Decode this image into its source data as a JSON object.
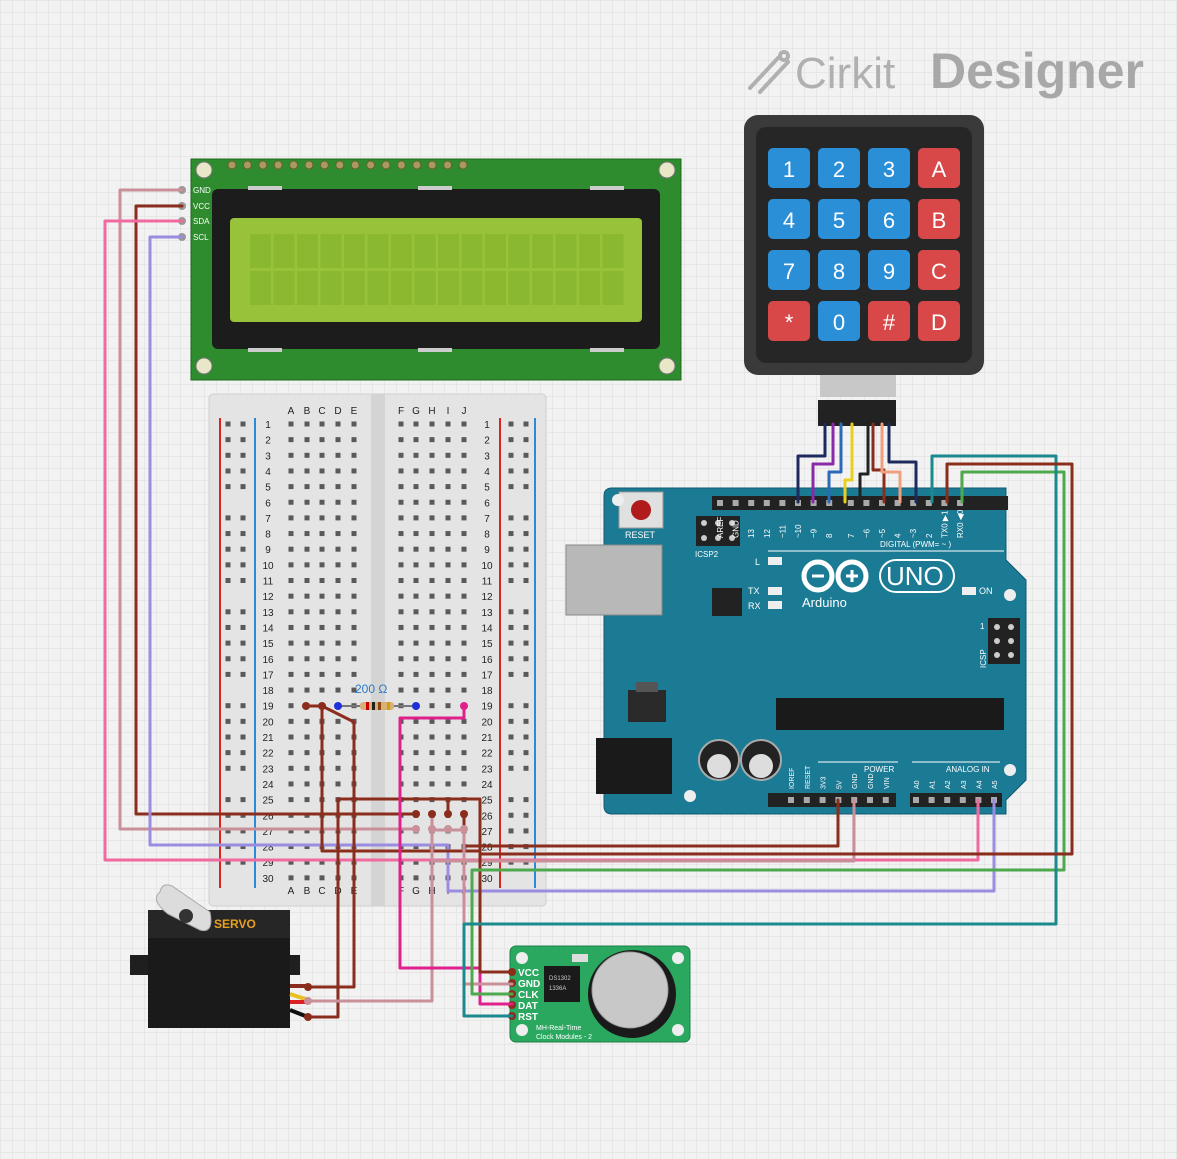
{
  "brand": {
    "name": "Cirkit",
    "product": "Designer"
  },
  "lcd": {
    "pins": [
      "GND",
      "VCC",
      "SDA",
      "SCL"
    ]
  },
  "keypad": {
    "keys": [
      "1",
      "2",
      "3",
      "A",
      "4",
      "5",
      "6",
      "B",
      "7",
      "8",
      "9",
      "C",
      "*",
      "0",
      "#",
      "D"
    ]
  },
  "breadboard": {
    "cols_left": [
      "A",
      "B",
      "C",
      "D",
      "E"
    ],
    "cols_right": [
      "F",
      "G",
      "H",
      "I",
      "J"
    ],
    "rows": [
      "1",
      "2",
      "3",
      "4",
      "5",
      "6",
      "7",
      "8",
      "9",
      "10",
      "11",
      "12",
      "13",
      "14",
      "15",
      "16",
      "17",
      "18",
      "19",
      "20",
      "21",
      "22",
      "23",
      "24",
      "25",
      "26",
      "27",
      "28",
      "29",
      "30"
    ]
  },
  "resistor": {
    "label": "200 Ω"
  },
  "arduino": {
    "reset_label": "RESET",
    "icsp2_label": "ICSP2",
    "icsp_label": "ICSP",
    "icsp_pin1": "1",
    "digital_label": "DIGITAL (PWM= ~ )",
    "digital_pins": [
      "AREF",
      "GND",
      "13",
      "12",
      "~11",
      "~10",
      "~9",
      "8",
      "7",
      "~6",
      "~5",
      "4",
      "~3",
      "2",
      "TX0 ▶1",
      "RX0 ◀0"
    ],
    "led_l": "L",
    "led_tx": "TX",
    "led_rx": "RX",
    "led_on": "ON",
    "logo": "Arduino",
    "model": "UNO",
    "power_label": "POWER",
    "power_pins": [
      "IOREF",
      "RESET",
      "3V3",
      "5V",
      "GND",
      "GND",
      "VIN"
    ],
    "analog_label": "ANALOG IN",
    "analog_pins": [
      "A0",
      "A1",
      "A2",
      "A3",
      "A4",
      "A5"
    ]
  },
  "servo": {
    "label": "SERVO"
  },
  "rtc": {
    "pins": [
      "VCC",
      "GND",
      "CLK",
      "DAT",
      "RST"
    ],
    "chip_text_1": "DS1302",
    "chip_text_2": "1336A",
    "caption_1": "MH-Real-Time",
    "caption_2": "Clock Modules - 2"
  },
  "colors": {
    "wire_brown": "#8b2d1c",
    "wire_pink_light": "#c9909a",
    "wire_pink": "#f06aa0",
    "wire_lavender": "#9a8ce0",
    "wire_magenta": "#e0208c",
    "wire_teal": "#1a8a8f",
    "wire_green": "#4ea84e",
    "wire_navy": "#1c2a5c",
    "wire_purple": "#8a2aa8",
    "wire_blue": "#2a6ab8",
    "wire_yellow": "#e8d020",
    "wire_salmon": "#f0a080",
    "arduino_blue": "#1b7a94",
    "lcd_green": "#2e8b2e",
    "lcd_screen": "#98c23a",
    "key_blue": "#2b8fd8",
    "key_red": "#d84848"
  }
}
